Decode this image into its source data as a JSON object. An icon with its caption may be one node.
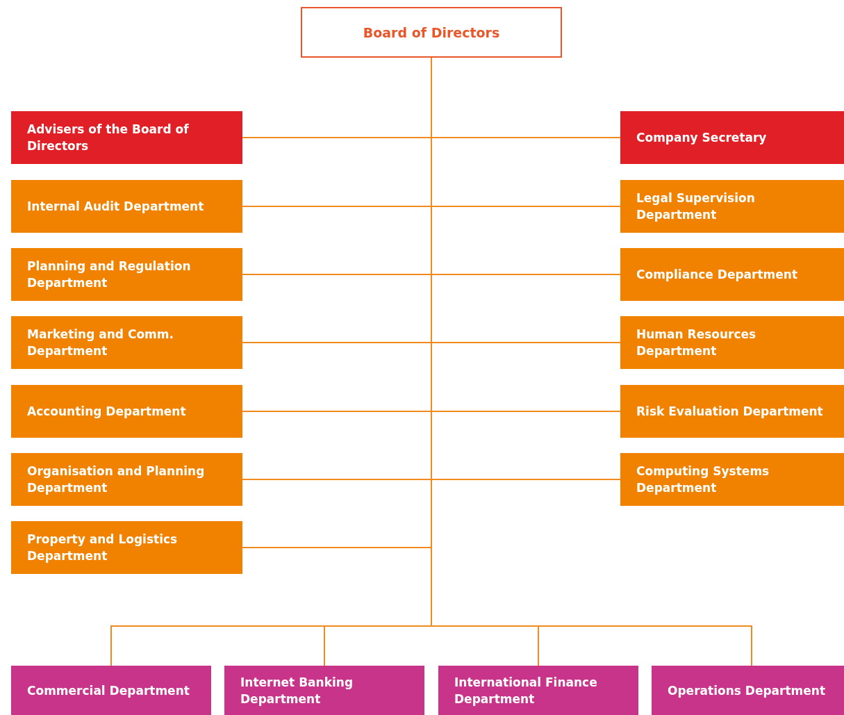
{
  "diagram": {
    "nodes": [
      {
        "text": [
          "Board of Directors"
        ]
      },
      {
        "text": [
          "Advisers of the Board of Directors"
        ]
      },
      {
        "text": [
          "Company Secretary"
        ]
      },
      {
        "text": [
          "Internal Audit Department"
        ]
      },
      {
        "text": [
          "Legal Supervision Department"
        ]
      },
      {
        "text": [
          "Planning and Regulation Department"
        ]
      },
      {
        "text": [
          "Compliance Department"
        ]
      },
      {
        "text": [
          "Marketing and Comm. Department"
        ]
      },
      {
        "text": [
          "Human Resources Department"
        ]
      },
      {
        "text": [
          "Accounting Department"
        ]
      },
      {
        "text": [
          "Risk Evaluation Department"
        ]
      },
      {
        "text": [
          "Organisation and Planning Department"
        ]
      },
      {
        "text": [
          "Computing Systems Department"
        ]
      },
      {
        "text": [
          "Property and Logistics Department"
        ]
      },
      {
        "text": [
          "Commercial Department"
        ]
      },
      {
        "text": [
          "Internet Banking Department"
        ]
      },
      {
        "text": [
          "International Finance Department"
        ]
      },
      {
        "text": [
          "Operations Department"
        ]
      }
    ],
    "edges": [
      {
        "from": 0,
        "to": 1,
        "arrow": "none"
      },
      {
        "from": 0,
        "to": 2,
        "arrow": "none"
      },
      {
        "from": 0,
        "to": 3,
        "arrow": "none"
      },
      {
        "from": 0,
        "to": 4,
        "arrow": "none"
      },
      {
        "from": 0,
        "to": 5,
        "arrow": "none"
      },
      {
        "from": 0,
        "to": 6,
        "arrow": "none"
      },
      {
        "from": 0,
        "to": 7,
        "arrow": "none"
      },
      {
        "from": 0,
        "to": 8,
        "arrow": "none"
      },
      {
        "from": 0,
        "to": 9,
        "arrow": "none"
      },
      {
        "from": 0,
        "to": 10,
        "arrow": "none"
      },
      {
        "from": 0,
        "to": 11,
        "arrow": "none"
      },
      {
        "from": 0,
        "to": 12,
        "arrow": "none"
      },
      {
        "from": 0,
        "to": 13,
        "arrow": "none"
      },
      {
        "from": 0,
        "to": 14,
        "arrow": "none"
      },
      {
        "from": 0,
        "to": 15,
        "arrow": "none"
      },
      {
        "from": 0,
        "to": 16,
        "arrow": "none"
      },
      {
        "from": 0,
        "to": 17,
        "arrow": "none"
      }
    ]
  }
}
